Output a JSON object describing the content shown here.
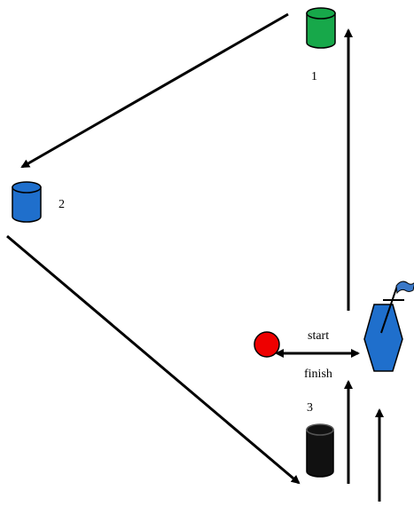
{
  "barrels": [
    {
      "id": "barrel-1",
      "number": "1",
      "color": "#17a84a"
    },
    {
      "id": "barrel-2",
      "number": "2",
      "color": "#1f6fcc"
    },
    {
      "id": "barrel-3",
      "number": "3",
      "color": "#111111"
    }
  ],
  "labels": {
    "start": "start",
    "finish": "finish"
  },
  "colors": {
    "timer_ball": "#ee0000",
    "rider": "#1f6fcc",
    "flag": "#3a78c8",
    "arrow": "#000000"
  },
  "icons": {
    "timer": "red-circle",
    "rider": "blue-hexagon-with-flag"
  }
}
